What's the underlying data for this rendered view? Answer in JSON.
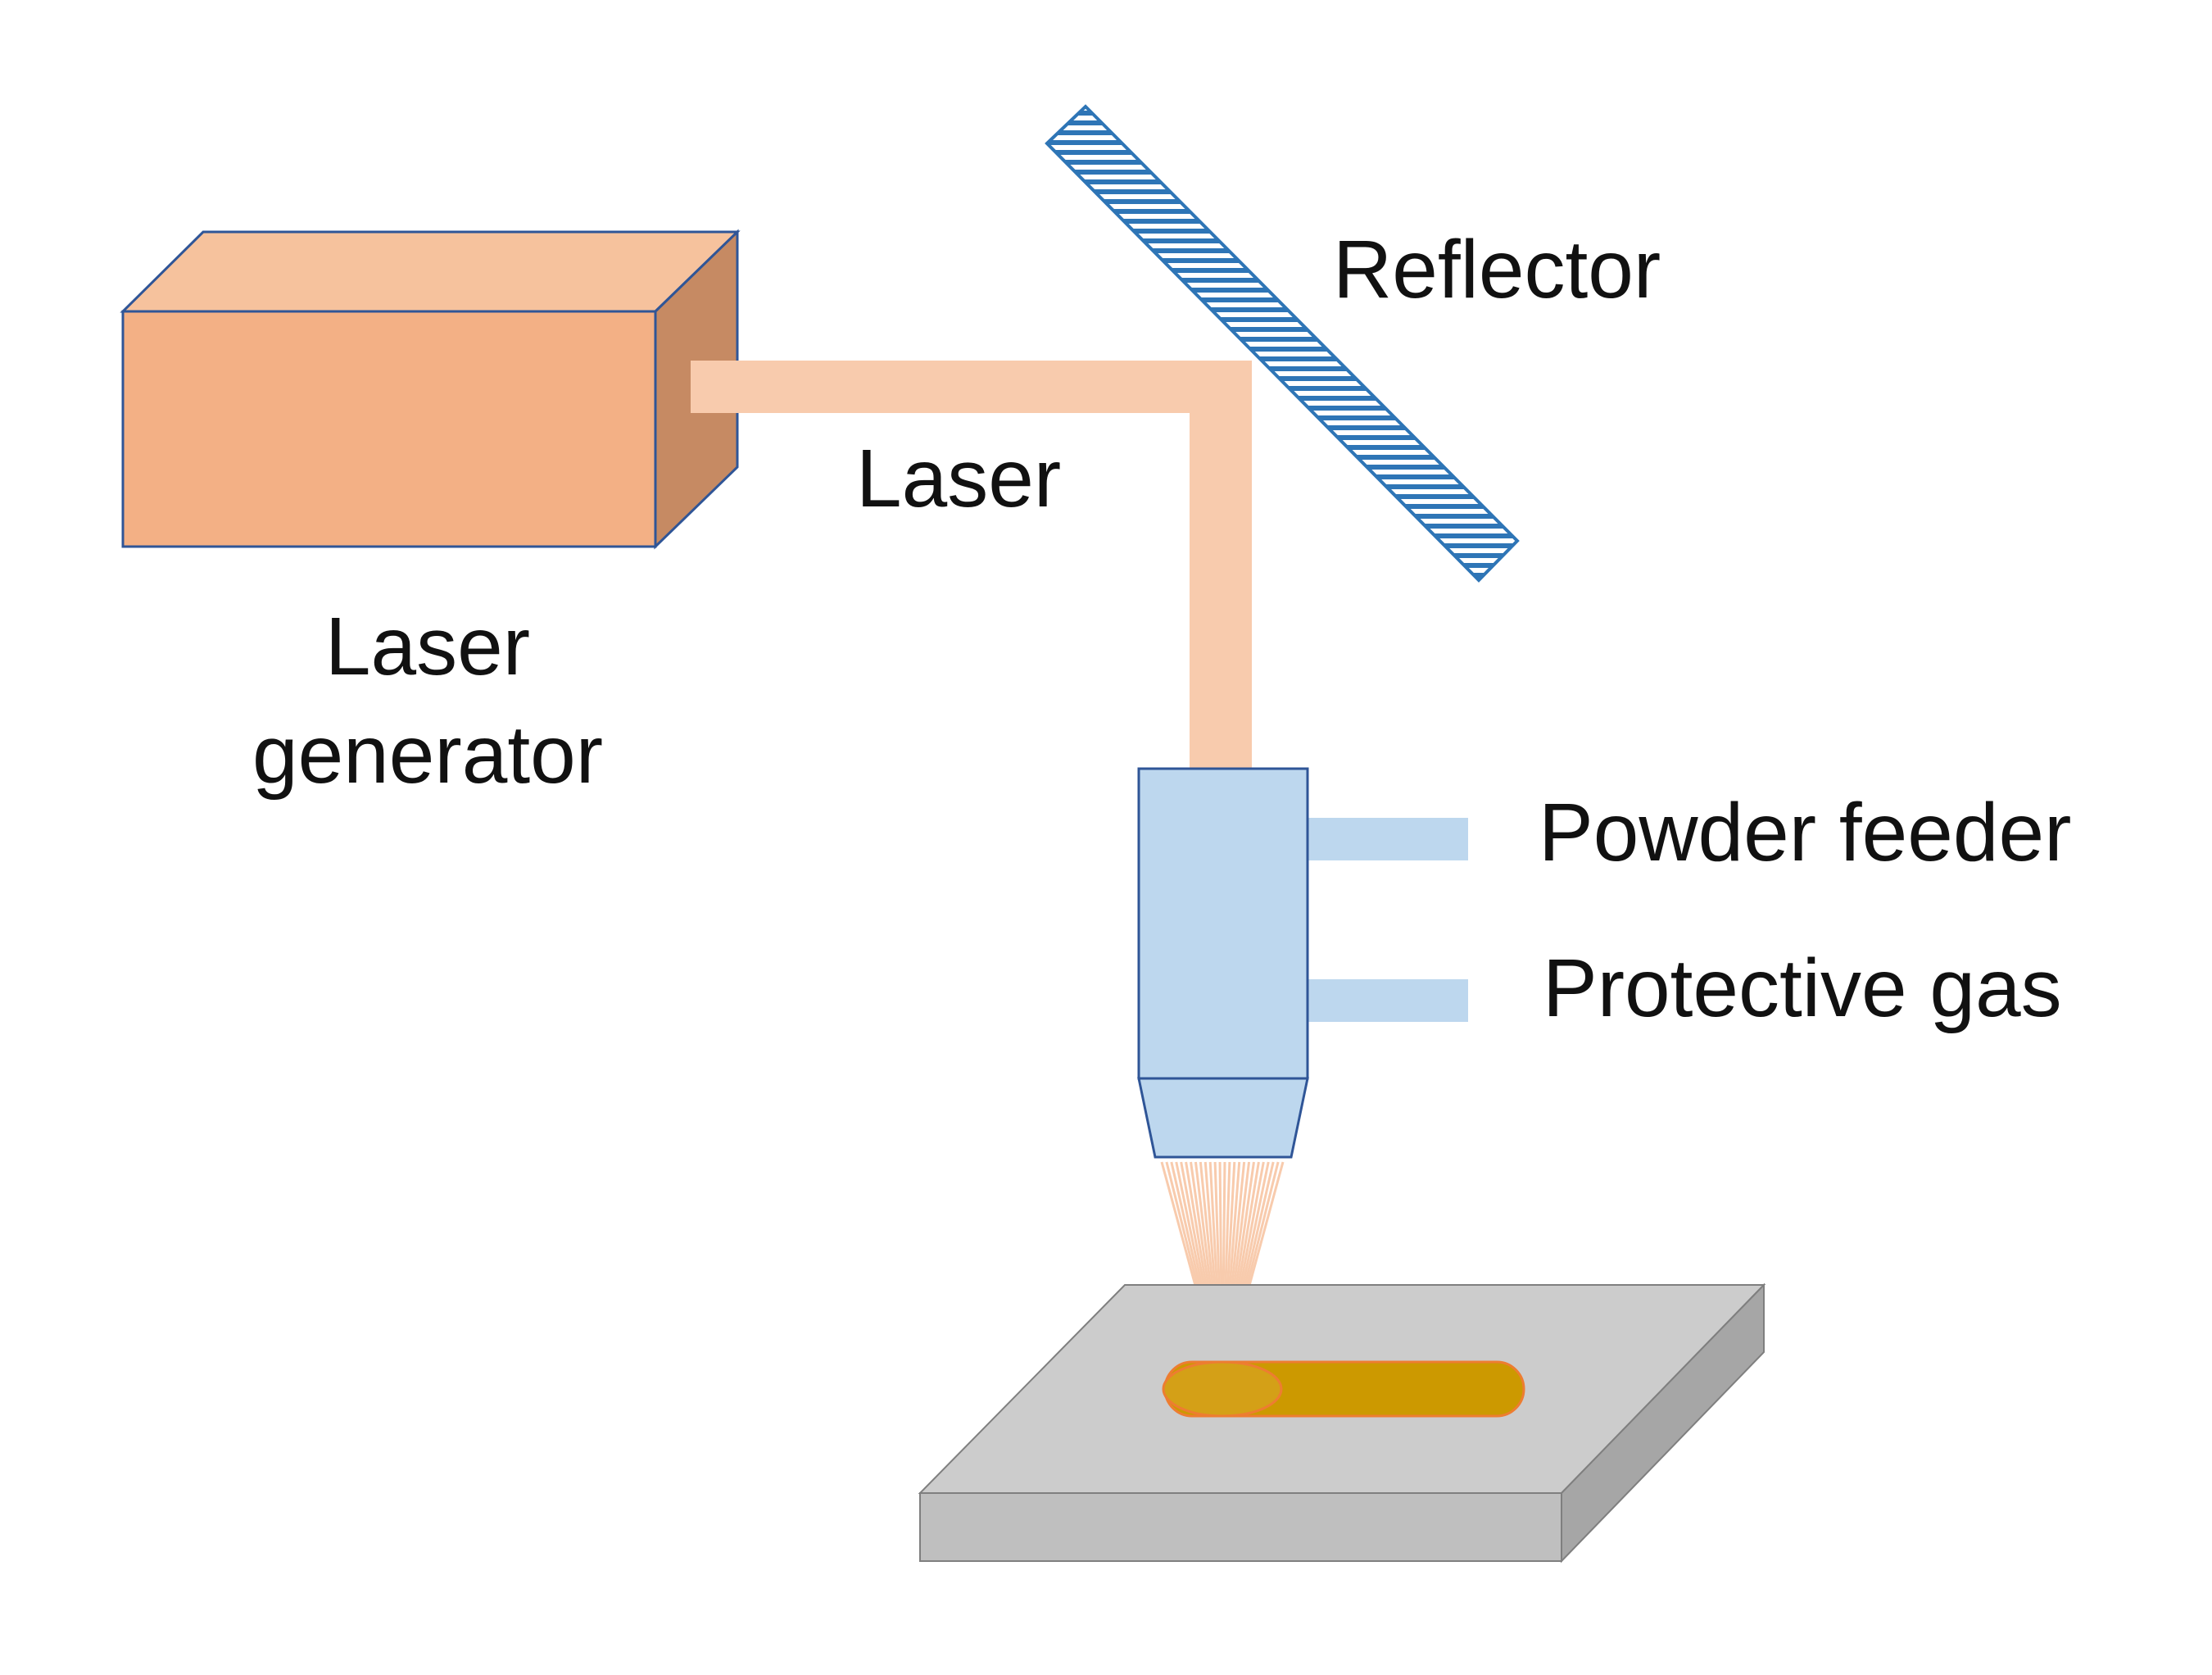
{
  "labels": {
    "reflector": "Reflector",
    "laser": "Laser",
    "laser_generator_line1": "Laser",
    "laser_generator_line2": "generator",
    "powder_feeder": "Powder feeder",
    "protective_gas": "Protective gas"
  },
  "colors": {
    "generator_front": "#F3B085",
    "generator_top": "#F6C29D",
    "generator_side": "#C68A63",
    "beam": "#F8CBAD",
    "reflector_stripe": "#2E75B6",
    "nozzle_fill": "#BDD7EE",
    "nozzle_stroke": "#2F5597",
    "substrate_top": "#CCCCCC",
    "substrate_front": "#BFBFBF",
    "substrate_side": "#A6A6A6",
    "melt_track": "#CC9900",
    "melt_outline": "#ED7D31"
  }
}
